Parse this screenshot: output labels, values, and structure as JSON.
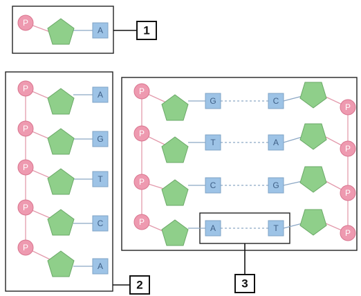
{
  "colors": {
    "phosphate_fill": "#ee9ab0",
    "phosphate_text": "#ffffff",
    "sugar_fill": "#8fcf8a",
    "base_fill": "#9dc3e6",
    "base_text": "#3e5f86"
  },
  "phosphate_label": "P",
  "callouts": {
    "one": "1",
    "two": "2",
    "three": "3"
  },
  "nucleotide_1": {
    "base": "A"
  },
  "strand_2": {
    "bases": [
      "A",
      "G",
      "T",
      "C",
      "A"
    ]
  },
  "double_strand": {
    "left": [
      "G",
      "T",
      "C",
      "A"
    ],
    "right": [
      "C",
      "A",
      "G",
      "T"
    ]
  }
}
